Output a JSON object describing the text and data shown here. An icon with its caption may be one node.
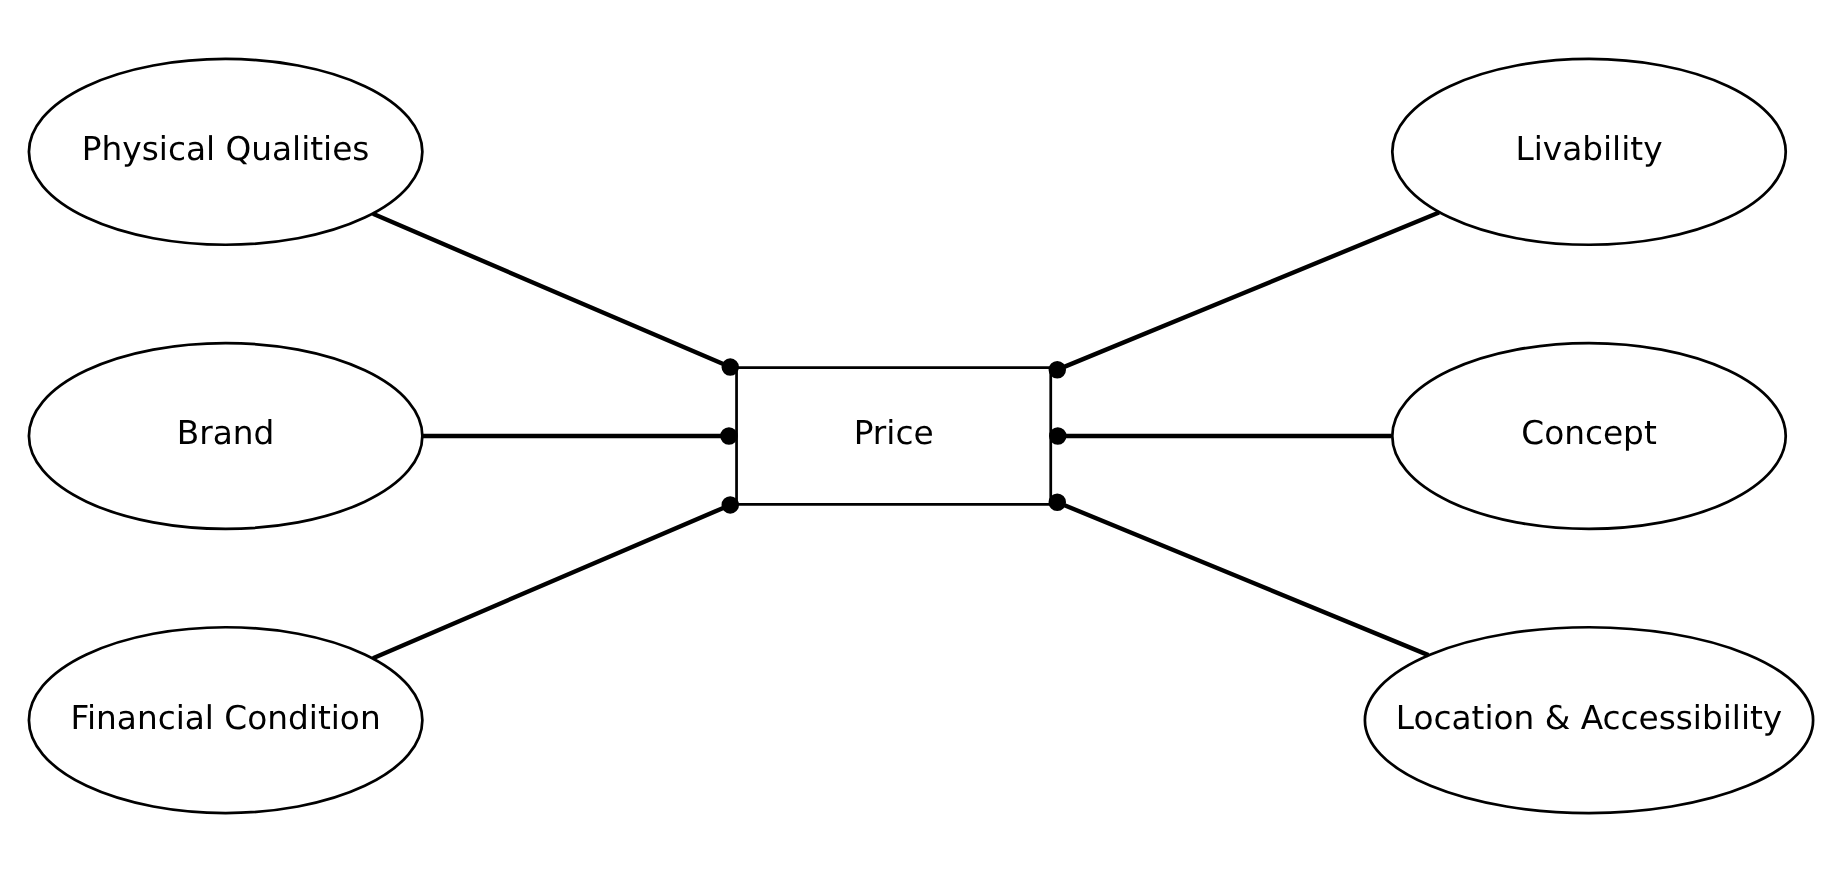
{
  "diagram": {
    "nodes": [
      {
        "text": [
          "Physical Qualities"
        ]
      },
      {
        "text": [
          "Brand"
        ]
      },
      {
        "text": [
          "Financial Condition"
        ]
      },
      {
        "text": [
          "Price"
        ]
      },
      {
        "text": [
          "Livability"
        ]
      },
      {
        "text": [
          "Concept"
        ]
      },
      {
        "text": [
          "Location & Accessibility"
        ]
      }
    ],
    "edges": [
      {
        "from": 0,
        "to": 3,
        "arrow": "other"
      },
      {
        "from": 1,
        "to": 3,
        "arrow": "other"
      },
      {
        "from": 2,
        "to": 3,
        "arrow": "other"
      },
      {
        "from": 4,
        "to": 3,
        "arrow": "other"
      },
      {
        "from": 5,
        "to": 3,
        "arrow": "other"
      },
      {
        "from": 6,
        "to": 3,
        "arrow": "other"
      }
    ]
  }
}
